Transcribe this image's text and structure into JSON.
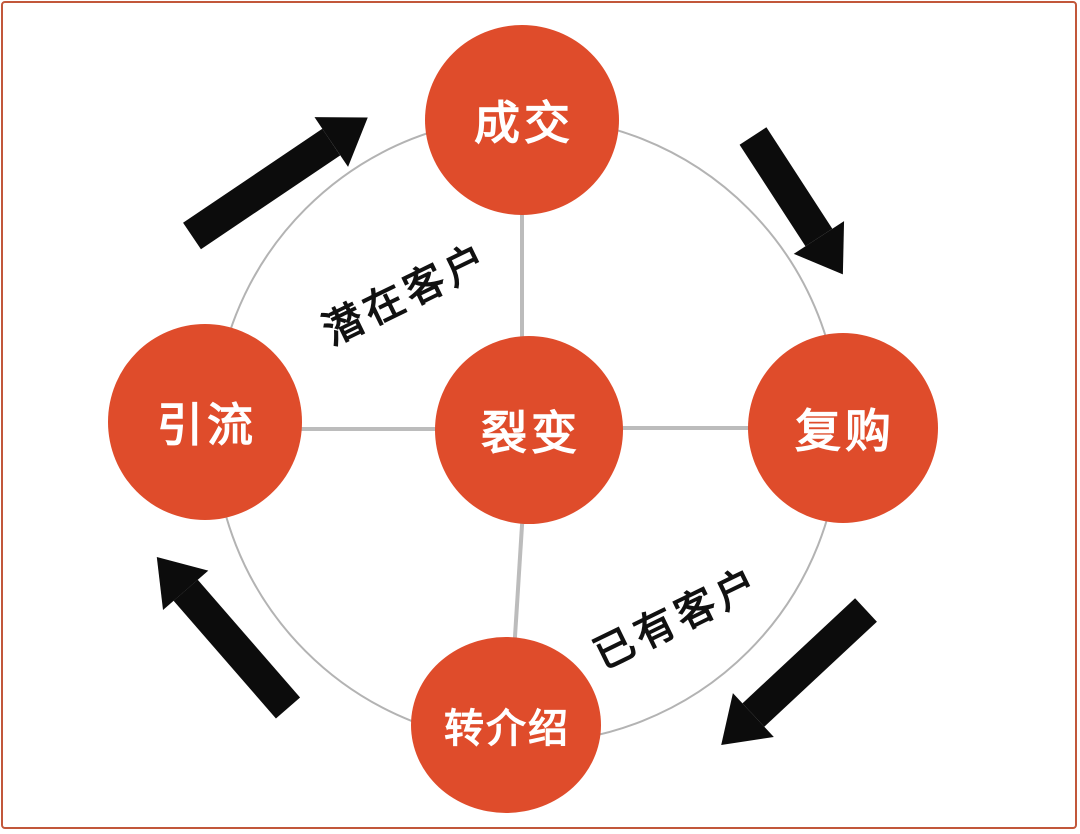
{
  "diagram": {
    "type": "cycle-diagram",
    "center_node": {
      "id": "fission",
      "label": "裂变"
    },
    "nodes": [
      {
        "id": "deal",
        "label": "成交",
        "position": "top"
      },
      {
        "id": "repurchase",
        "label": "复购",
        "position": "right"
      },
      {
        "id": "referral",
        "label": "转介绍",
        "position": "bottom"
      },
      {
        "id": "lead",
        "label": "引流",
        "position": "left"
      }
    ],
    "edge_labels": [
      {
        "id": "potential-customers",
        "label": "潜在客户",
        "position": "upper-left-arc"
      },
      {
        "id": "existing-customers",
        "label": "已有客户",
        "position": "lower-right-arc"
      }
    ],
    "flow_arrows": [
      {
        "id": "lead-to-deal",
        "from": "引流",
        "to": "成交",
        "direction": "up-right"
      },
      {
        "id": "deal-to-repurchase",
        "from": "成交",
        "to": "复购",
        "direction": "down-right"
      },
      {
        "id": "repurchase-to-referral",
        "from": "复购",
        "to": "转介绍",
        "direction": "down-left"
      },
      {
        "id": "referral-to-lead",
        "from": "转介绍",
        "to": "引流",
        "direction": "up-left"
      }
    ],
    "colors": {
      "node_fill": "#df4c2b",
      "node_text": "#ffffff",
      "ring": "#b3b3b3",
      "connector": "#bcbcbc",
      "arrow": "#0c0c0c",
      "edge_label_text": "#111111",
      "frame_border": "#c2573a",
      "background": "#ffffff"
    }
  }
}
